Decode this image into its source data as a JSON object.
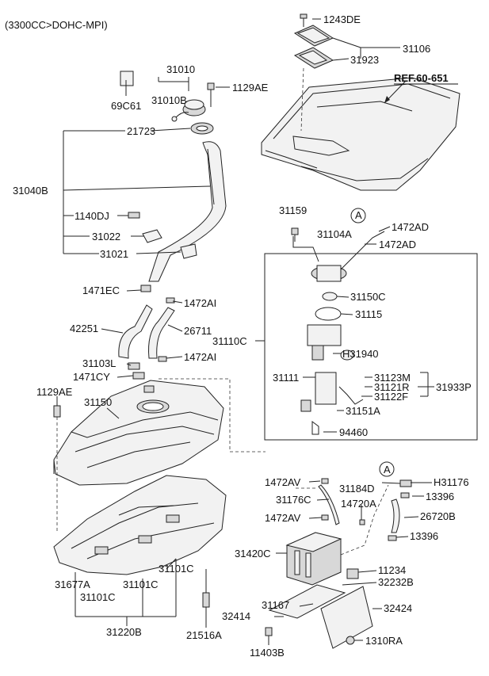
{
  "header": {
    "engine": "(3300CC>DOHC-MPI)"
  },
  "reference": {
    "label": "REF.60-651"
  },
  "circle_ref": "A",
  "labels": {
    "p1243DE": "1243DE",
    "p31106": "31106",
    "p31923": "31923",
    "p31010": "31010",
    "p69C61": "69C61",
    "p31010B": "31010B",
    "p1129AE_top": "1129AE",
    "p21723": "21723",
    "p31040B": "31040B",
    "p1140DJ": "1140DJ",
    "p31022": "31022",
    "p31021": "31021",
    "p31159": "31159",
    "p1472AD_a": "1472AD",
    "p31104A": "31104A",
    "p1472AD_b": "1472AD",
    "p1471EC": "1471EC",
    "p1472AI_a": "1472AI",
    "p42251": "42251",
    "p26711": "26711",
    "p31110C": "31110C",
    "p31150C": "31150C",
    "p31115": "31115",
    "pH31940": "H31940",
    "p31103L": "31103L",
    "p1472AI_b": "1472AI",
    "p1471CY": "1471CY",
    "p31111": "31111",
    "p31123M": "31123M",
    "p31121R": "31121R",
    "p31933P": "31933P",
    "p31122F": "31122F",
    "p1129AE_left": "1129AE",
    "p31150": "31150",
    "p31151A": "31151A",
    "p94460": "94460",
    "p1472AV_a": "1472AV",
    "p31184D": "31184D",
    "pH31176": "H31176",
    "p31176C": "31176C",
    "p14720A": "14720A",
    "p13396_a": "13396",
    "p1472AV_b": "1472AV",
    "p26720B": "26720B",
    "p13396_b": "13396",
    "p31420C": "31420C",
    "p11234": "11234",
    "p32232B": "32232B",
    "p31101C_a": "31101C",
    "p31677A": "31677A",
    "p31101C_b": "31101C",
    "p31101C_c": "31101C",
    "p31167": "31167",
    "p32424": "32424",
    "p32414": "32414",
    "p31220B": "31220B",
    "p21516A": "21516A",
    "p1310RA": "1310RA",
    "p11403B": "11403B"
  }
}
